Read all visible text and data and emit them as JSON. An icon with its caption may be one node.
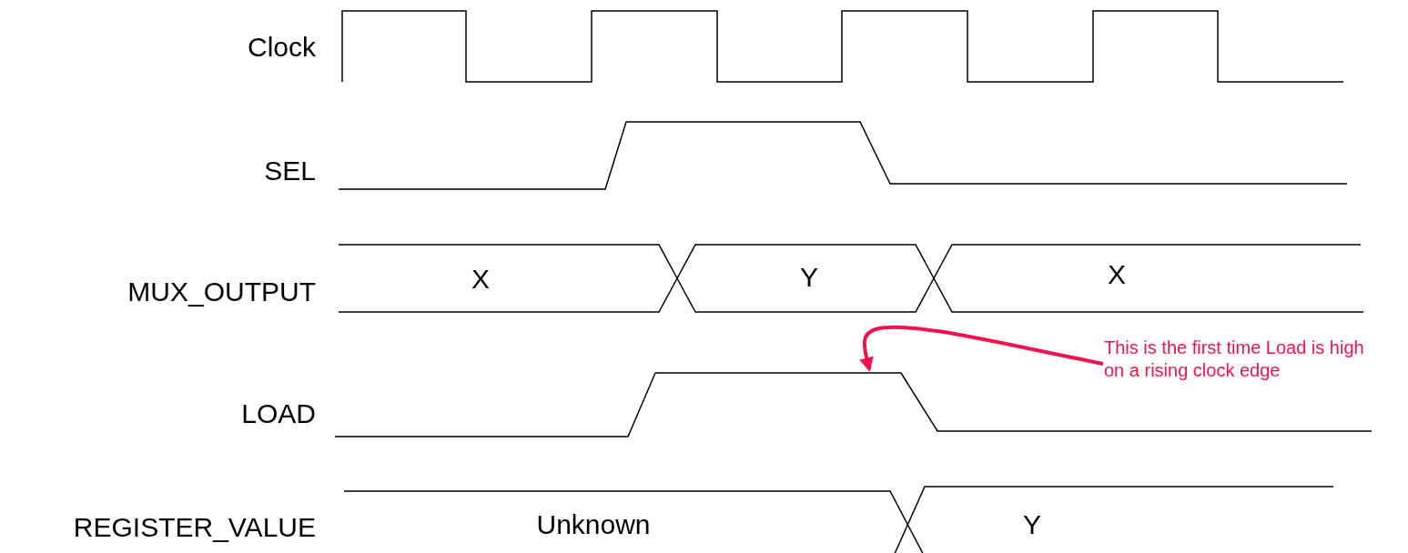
{
  "diagram": {
    "nodes": [
      {
        "text": [
          "This is the first time Load is high on a rising clock edge"
        ]
      },
      {
        "text": [],
        "shape": "line"
      }
    ],
    "edges": [
      {
        "from": 0,
        "to": 1,
        "arrow": "to",
        "color": "#f0134d"
      }
    ],
    "labels": [
      "Clock",
      "SEL",
      "MUX_OUTPUT",
      "X",
      "Y",
      "X",
      "LOAD",
      "REGISTER_VALUE",
      "Unknown",
      "Y"
    ]
  }
}
